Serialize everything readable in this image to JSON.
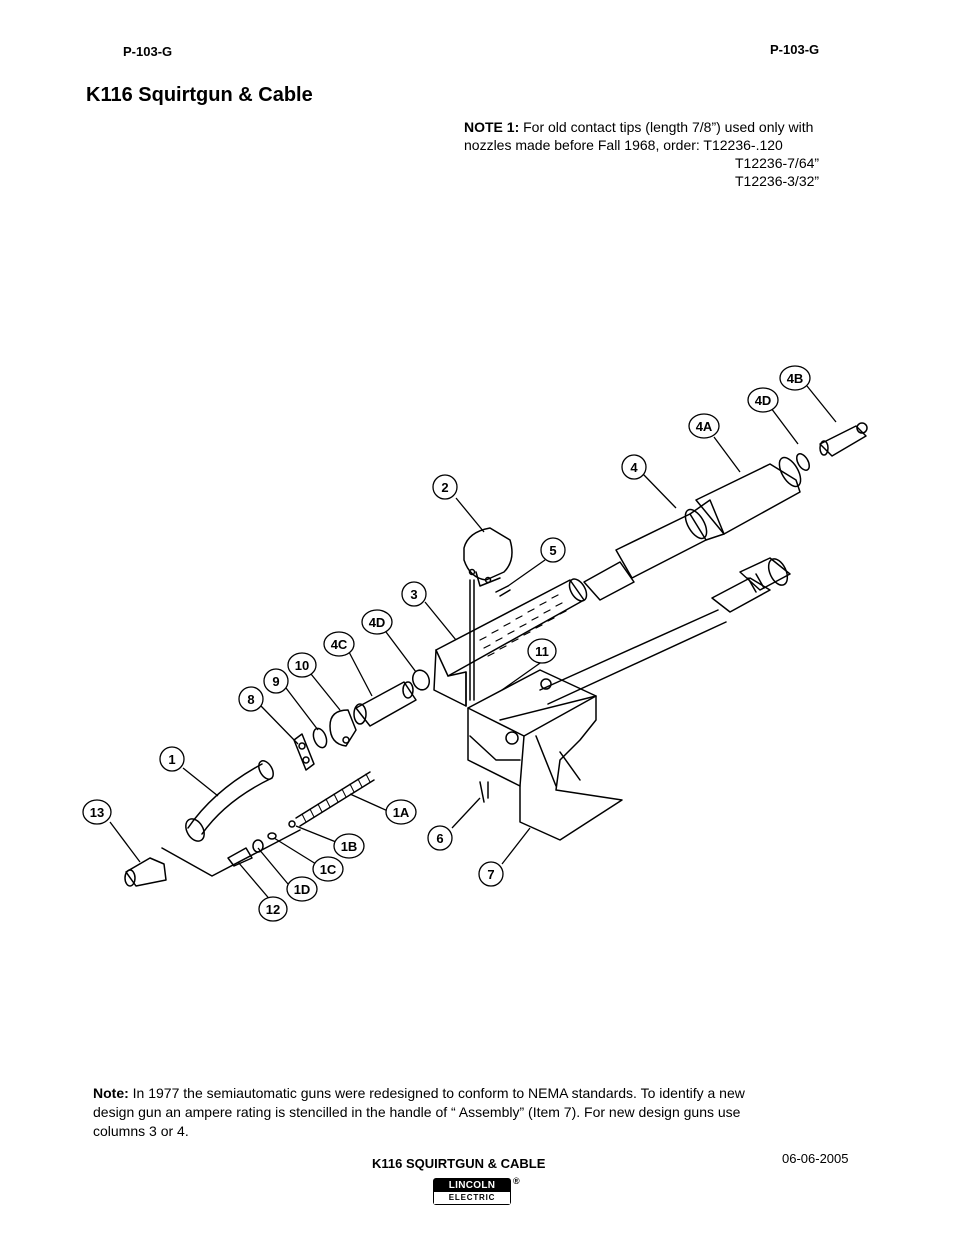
{
  "header": {
    "left_code": "P-103-G",
    "right_code": "P-103-G"
  },
  "title": "K116 Squirtgun & Cable",
  "note1": {
    "label": "NOTE 1:",
    "line1": "For old contact tips (length 7/8”) used only with",
    "line2": "nozzles made before Fall 1968, order: T12236-.120",
    "line3": "T12236-7/64”",
    "line4": "T12236-3/32”"
  },
  "callouts": [
    "1",
    "1A",
    "1B",
    "1C",
    "1D",
    "2",
    "3",
    "4",
    "4A",
    "4B",
    "4C",
    "4D",
    "4D",
    "5",
    "6",
    "7",
    "8",
    "9",
    "10",
    "11",
    "12",
    "13"
  ],
  "bottom_note": {
    "label": "Note:",
    "line1": "In 1977 the semiautomatic guns were redesigned to conform to NEMA standards. To identify a new",
    "line2": "design gun an ampere rating is stencilled in the handle of “ Assembly” (Item 7). For new design guns use",
    "line3": "columns 3 or 4."
  },
  "footer": {
    "title": "K116 SQUIRTGUN & CABLE",
    "date": "06-06-2005",
    "logo_top": "LINCOLN",
    "logo_bottom": "ELECTRIC",
    "logo_mark": "®"
  }
}
